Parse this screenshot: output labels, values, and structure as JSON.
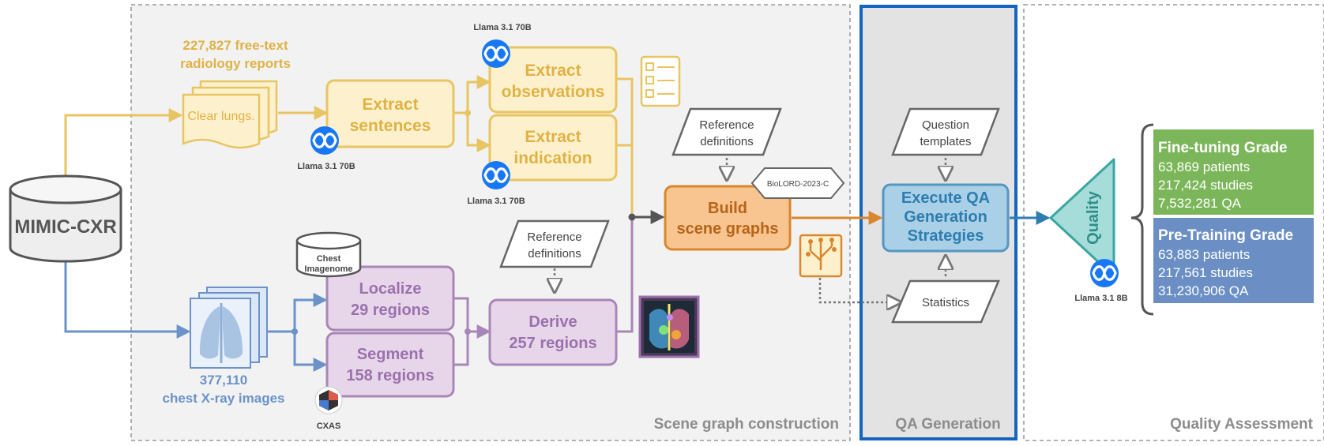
{
  "source_node": {
    "label": "MIMIC-CXR"
  },
  "reports": {
    "caption_line1": "227,827 free-text",
    "caption_line2": "radiology reports",
    "doc_text": "Clear lungs."
  },
  "images": {
    "caption_line1": "377,110",
    "caption_line2": "chest X-ray images"
  },
  "models": {
    "llama_70b": "Llama 3.1 70B",
    "llama_8b": "Llama 3.1 8B",
    "chest_imagenome": [
      "Chest",
      "Imagenome"
    ],
    "cxas": "CXAS",
    "biolord": "BioLORD-2023-C"
  },
  "steps": {
    "extract_sentences": [
      "Extract",
      "sentences"
    ],
    "extract_observations": [
      "Extract",
      "observations"
    ],
    "extract_indication": [
      "Extract",
      "indication"
    ],
    "localize": [
      "Localize",
      "29 regions"
    ],
    "segment": [
      "Segment",
      "158 regions"
    ],
    "derive": [
      "Derive",
      "257 regions"
    ],
    "build_scene_graphs": [
      "Build",
      "scene graphs"
    ],
    "execute_qa": [
      "Execute QA",
      "Generation",
      "Strategies"
    ],
    "quality": "Quality"
  },
  "inputs": {
    "reference_definitions": [
      "Reference",
      "definitions"
    ],
    "question_templates": [
      "Question",
      "templates"
    ],
    "statistics": "Statistics"
  },
  "sections": {
    "scene_graph": "Scene graph construction",
    "qa_generation": "QA Generation",
    "quality_assessment": "Quality Assessment"
  },
  "grades": {
    "fine_tuning": {
      "title": "Fine-tuning Grade",
      "lines": [
        "63,869 patients",
        "217,424 studies",
        "7,532,281 QA"
      ]
    },
    "pre_training": {
      "title": "Pre-Training Grade",
      "lines": [
        "63,883 patients",
        "217,561 studies",
        "31,230,906 QA"
      ]
    }
  },
  "colors": {
    "yellow_fill": "#fdf1cd",
    "yellow_stroke": "#e8c563",
    "yellow_text": "#e0b244",
    "purple_fill": "#e7d6ea",
    "purple_stroke": "#a886b8",
    "purple_text": "#9b71ad",
    "orange_fill": "#f8c48f",
    "orange_stroke": "#d9872f",
    "orange_text": "#b6651b",
    "blue_fill": "#a9d0e6",
    "blue_stroke": "#5597c1",
    "blue_text": "#2e7db0",
    "teal_fill": "#a6dcd9",
    "teal_stroke": "#3aa6a2",
    "green_grade": "#7cb65a",
    "blue_grade": "#6b8fc4",
    "image_blue": "#6b92c9",
    "meta_blue": "#1877f2",
    "highlight_blue": "#1565c0",
    "gray_text": "#8c8c8c"
  }
}
